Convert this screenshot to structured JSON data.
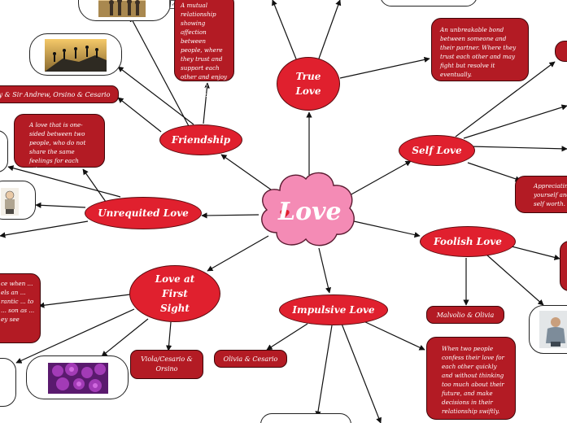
{
  "center": {
    "label": "Love",
    "icon": "heart-icon"
  },
  "colors": {
    "node_fill": "#e0202e",
    "box_fill": "#b31b24",
    "cloud_fill": "#f48bb5",
    "line": "#111111"
  },
  "nodes": {
    "true_love": "True Love",
    "friendship": "Friendship",
    "self_love": "Self Love",
    "unrequited": "Unrequited Love",
    "foolish": "Foolish Love",
    "first_sight": "Love at First Sight",
    "impulsive": "Impulsive Love"
  },
  "notes": {
    "friendship_def": "A mutual relationship showing affection between people, where they trust and support each other and enjoy spending time together.",
    "true_love_def": "An unbreakable bond between someone and their partner. Where they trust each other and may fight but resolve it eventually.",
    "unrequited_def": "A love that is one-sided between two people, who do not share the same feelings for each other.",
    "self_love_partial": "Appreciating yourself and self worth.",
    "first_sight_partial": "ce when ... els an ... rantic ... to ... son as ... ey see",
    "impulsive_def": "When two people confess their love for each other quickly and without thinking too much about their future, and make decisions in their relationship swiftly."
  },
  "chars": {
    "friendship_chars": "y & Sir Andrew, Orsino & Cesario",
    "foolish_chars": "Malvolio & Olivia",
    "first_sight_chars": "Viola/Cesario & Orsino",
    "impulsive_chars": "Olivia & Cesario"
  },
  "images": {
    "friends_silhouette": "people-silhouette-image",
    "friends_hiking": "hikers-silhouette-image",
    "sad_cartoon": "sad-person-cartoon-image",
    "roses": "purple-roses-image",
    "sad_man": "sad-man-image"
  }
}
